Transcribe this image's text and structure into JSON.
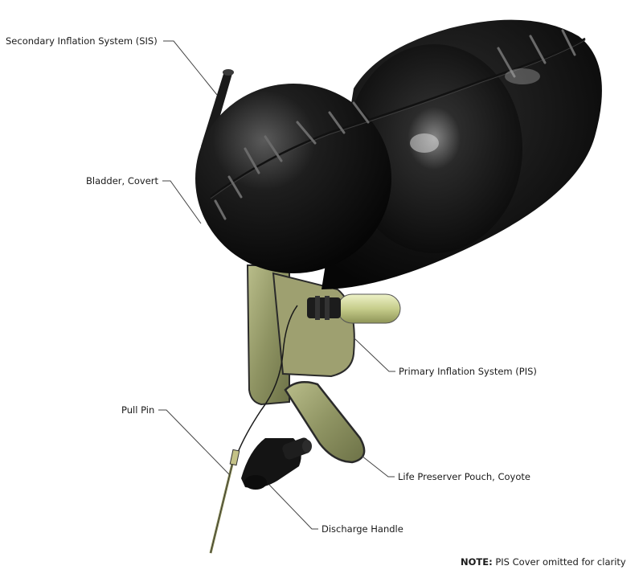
{
  "labels": {
    "sis": "Secondary Inflation System (SIS)",
    "bladder": "Bladder, Covert",
    "pis": "Primary Inflation System (PIS)",
    "pull_pin": "Pull Pin",
    "pouch": "Life Preserver Pouch, Coyote",
    "discharge": "Discharge Handle"
  },
  "note": {
    "prefix": "NOTE:",
    "text": " PIS Cover omitted for clarity"
  }
}
